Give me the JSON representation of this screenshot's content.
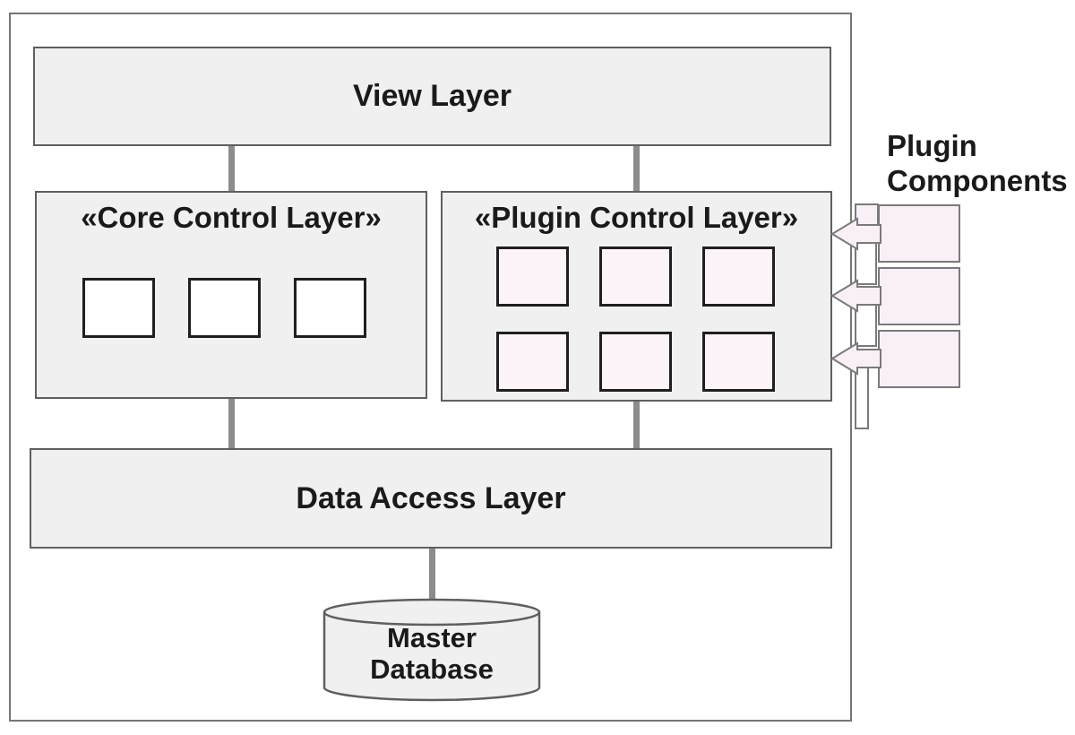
{
  "diagram": {
    "layers": {
      "view": {
        "label": "View Layer"
      },
      "core": {
        "label": "«Core Control Layer»",
        "module_count": 3
      },
      "plugin": {
        "label": "«Plugin Control Layer»",
        "module_count": 6
      },
      "data_access": {
        "label": "Data Access Layer"
      }
    },
    "database": {
      "line1": "Master",
      "line2": "Database"
    },
    "plugin_components": {
      "line1": "Plugin",
      "line2": "Components",
      "count": 3
    }
  },
  "colors": {
    "layer_fill": "#f0f0f0",
    "layer_border": "#5f5f5f",
    "container_border": "#767676",
    "module_fill": "#ffffff",
    "module_border": "#1f1f1f",
    "plugin_module_fill": "#fdf4fa",
    "component_fill": "#f9eff7",
    "component_border": "#7a7a7a",
    "connector": "#8c8c8c",
    "text": "#1a1a1a"
  }
}
